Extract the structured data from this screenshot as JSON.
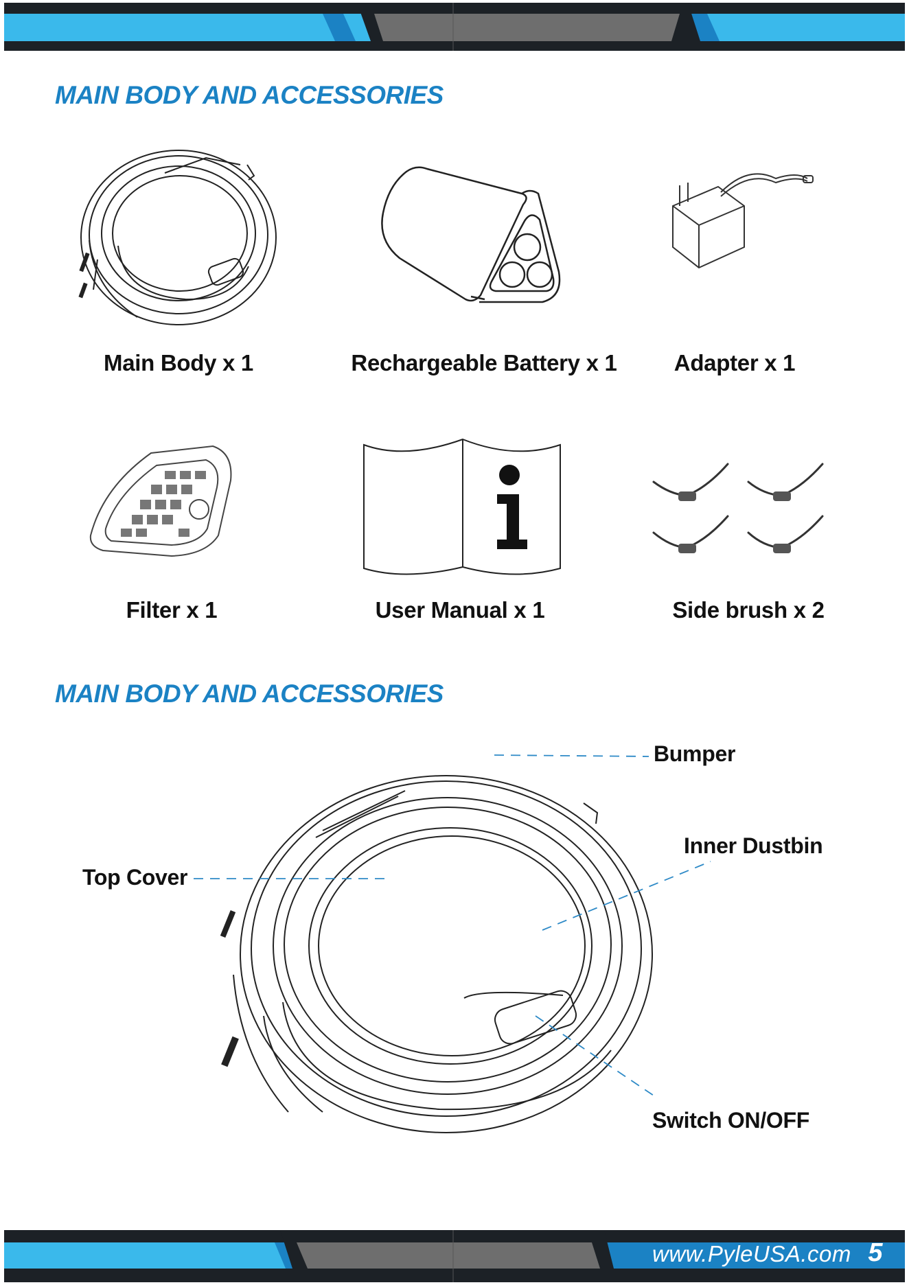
{
  "header": {
    "colors": {
      "dark": "#1c2126",
      "blue": "#3ab9eb",
      "blue_dark": "#1b82c4",
      "gray": "#6e6e6e"
    }
  },
  "section1": {
    "title": "MAIN BODY AND ACCESSORIES",
    "items": [
      {
        "label": "Main Body x 1",
        "icon": "robot-vacuum-icon"
      },
      {
        "label": "Rechargeable Battery x 1",
        "icon": "battery-icon"
      },
      {
        "label": "Adapter x 1",
        "icon": "adapter-icon"
      },
      {
        "label": "Filter x 1",
        "icon": "filter-icon"
      },
      {
        "label": "User Manual x 1",
        "icon": "user-manual-icon"
      },
      {
        "label": "Side brush x 2",
        "icon": "side-brush-icon"
      }
    ]
  },
  "section2": {
    "title": "MAIN BODY AND ACCESSORIES",
    "callouts": {
      "bumper": "Bumper",
      "inner_dustbin": "Inner Dustbin",
      "top_cover": "Top Cover",
      "switch": "Switch ON/OFF"
    }
  },
  "footer": {
    "url": "www.PyleUSA.com",
    "page_number": "5"
  }
}
